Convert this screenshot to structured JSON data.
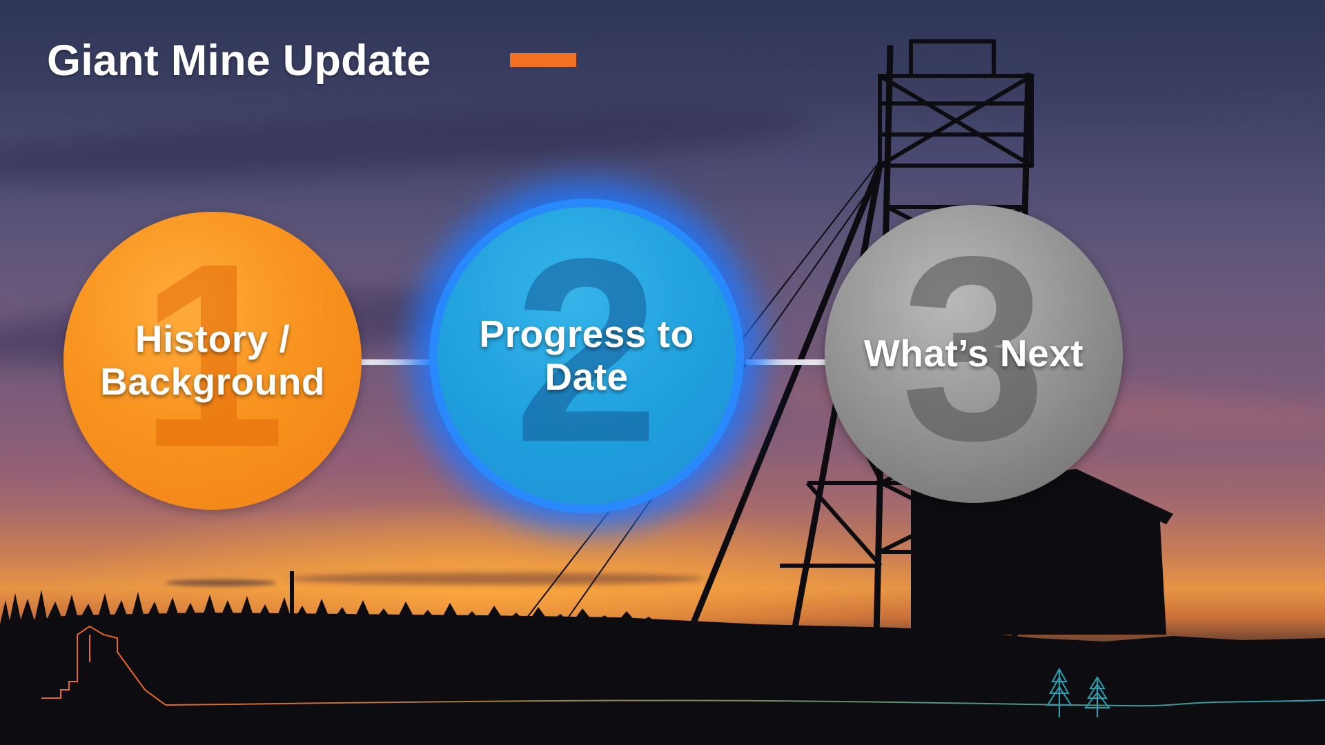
{
  "slide": {
    "title": "Giant Mine Update"
  },
  "steps": [
    {
      "number": "1",
      "label_line1": "History /",
      "label_line2": "Background",
      "color": "#f7941d"
    },
    {
      "number": "2",
      "label_line1": "Progress to",
      "label_line2": "Date",
      "color": "#1f9fdc"
    },
    {
      "number": "3",
      "label_line1": "What’s Next",
      "label_line2": "",
      "color": "#8e8e8e"
    }
  ],
  "colors": {
    "accent": "#f36f21",
    "highlight_glow": "#2a7fff",
    "logo_line_left": "#e8672a",
    "logo_line_right": "#2a9fb0"
  },
  "icons": [
    "headframe-silhouette",
    "tree-icon"
  ]
}
